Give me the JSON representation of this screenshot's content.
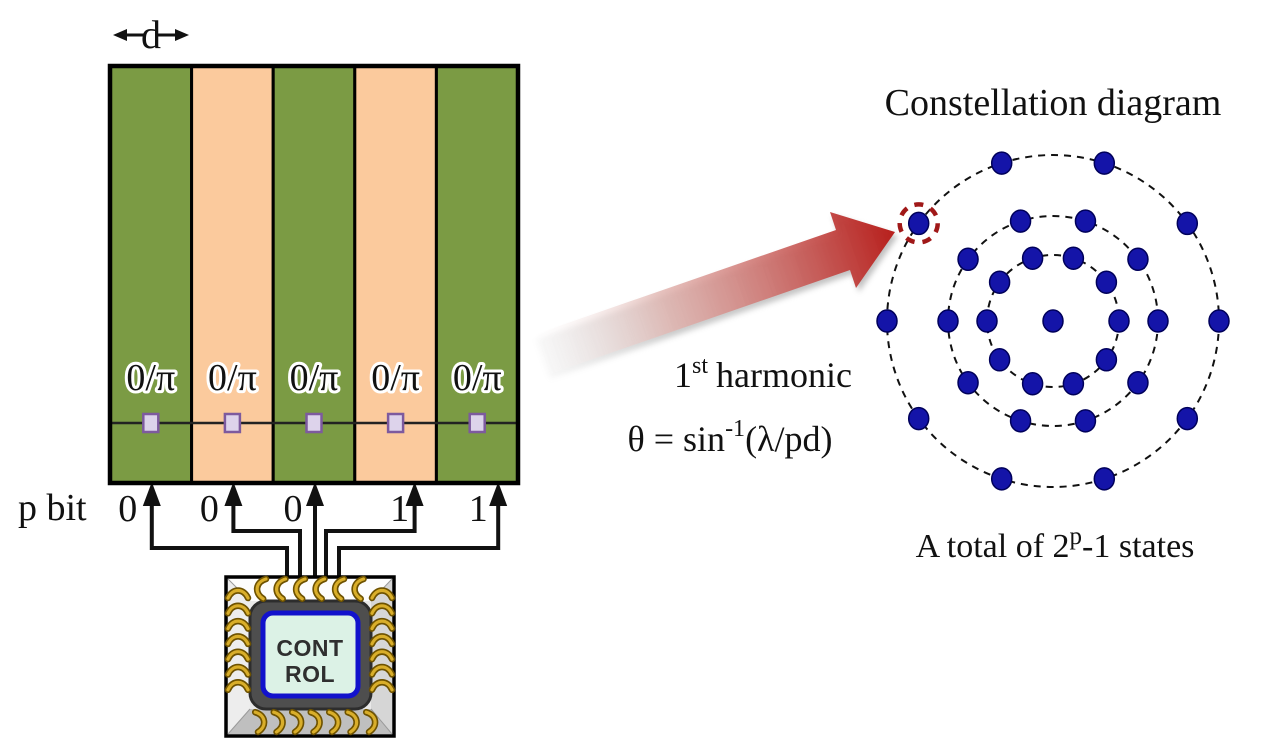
{
  "grating": {
    "d_label": "d",
    "p_bit_label": "p bit",
    "phase_label": "0/π",
    "stripes": [
      {
        "color": "green",
        "bit": "0"
      },
      {
        "color": "peach",
        "bit": "0"
      },
      {
        "color": "green",
        "bit": "0"
      },
      {
        "color": "peach",
        "bit": "1"
      },
      {
        "color": "green",
        "bit": "1"
      }
    ],
    "palette": {
      "green": "#7b9b44",
      "peach": "#fbca9d",
      "outline": "#000000",
      "square_fill": "#ddd3eb",
      "square_stroke": "#7d5a9e"
    }
  },
  "chip": {
    "label_line1": "CONT",
    "label_line2": "ROL",
    "body_color": "#4e4e4e",
    "core_fill": "#dcf2e6",
    "core_stroke": "#1212cc",
    "pin_color": "#d9ae2a"
  },
  "annotations": {
    "harmonic_num": "1",
    "harmonic_sup": "st",
    "harmonic_rest": "harmonic",
    "formula_prefix": "θ = sin",
    "formula_sup": "-1",
    "formula_suffix": "(λ/pd)",
    "arrow_color": "#b71f1c"
  },
  "constellation": {
    "title": "Constellation diagram",
    "caption_prefix": "A total of 2",
    "caption_sup": "p",
    "caption_suffix": "-1 states",
    "dot_color": "#1414a8",
    "dot_edge": "#00005a",
    "ring_radii": [
      66,
      105,
      166
    ],
    "dots_per_ring": 10,
    "angle_step_deg": 36,
    "center_dot": 1,
    "total_states": 31,
    "highlight_ring_index": 2,
    "highlight_angle_deg": 144,
    "highlight_color": "#a01818"
  }
}
